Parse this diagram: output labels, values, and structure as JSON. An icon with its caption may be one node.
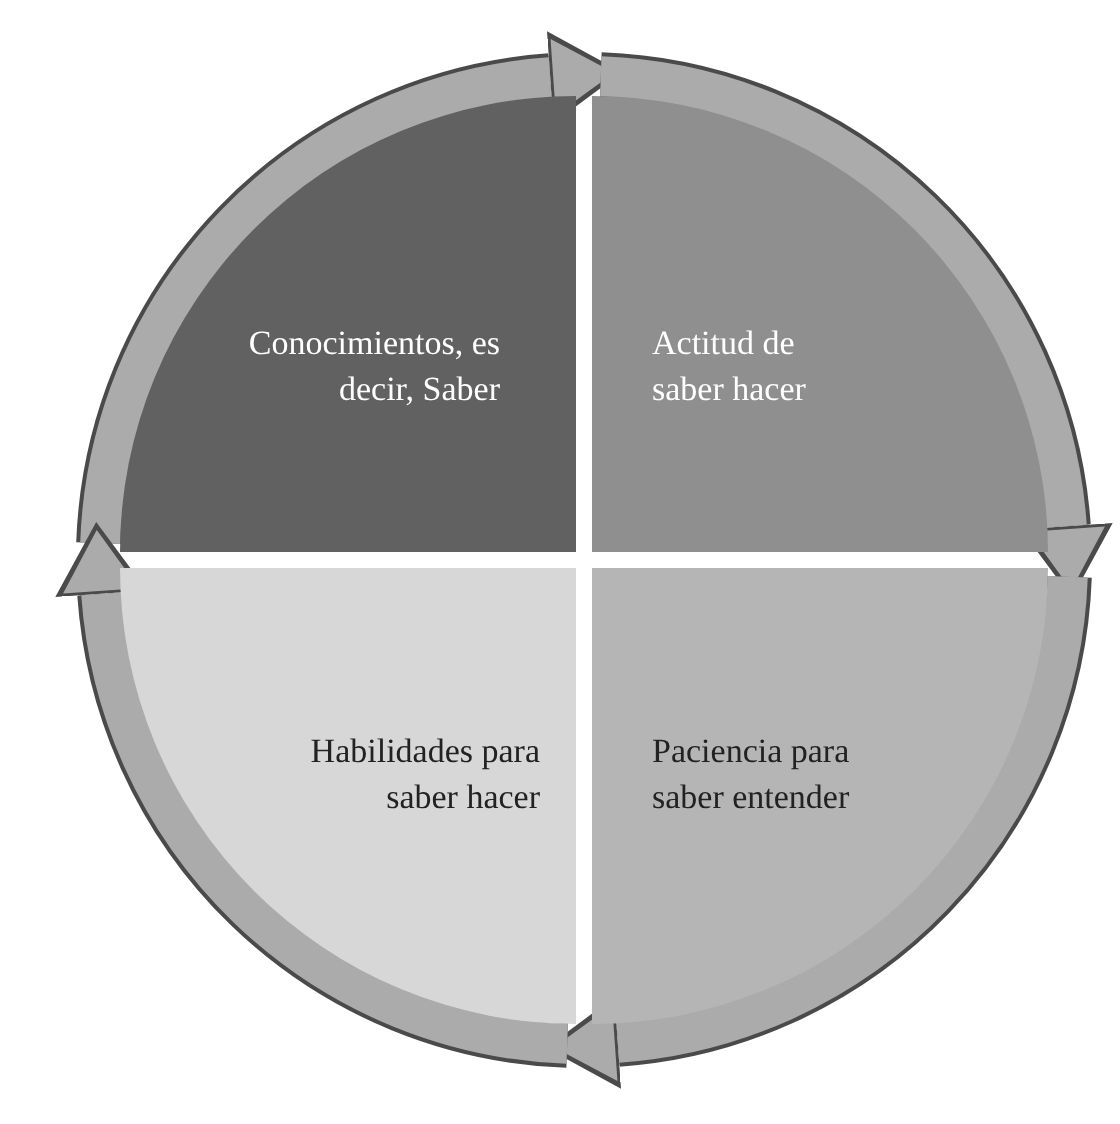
{
  "diagram": {
    "nodes": [
      {
        "text": [
          "Conocimientos, es decir, Saber"
        ]
      },
      {
        "text": [
          "Actitud de saber hacer"
        ]
      },
      {
        "text": [
          "Paciencia para saber entender"
        ]
      },
      {
        "text": [
          "Habilidades para saber hacer"
        ]
      }
    ],
    "edges": [
      {
        "from": 0,
        "to": 1,
        "arrow": "to"
      },
      {
        "from": 1,
        "to": 2,
        "arrow": "to"
      },
      {
        "from": 2,
        "to": 3,
        "arrow": "to"
      },
      {
        "from": 3,
        "to": 0,
        "arrow": "to"
      }
    ]
  }
}
